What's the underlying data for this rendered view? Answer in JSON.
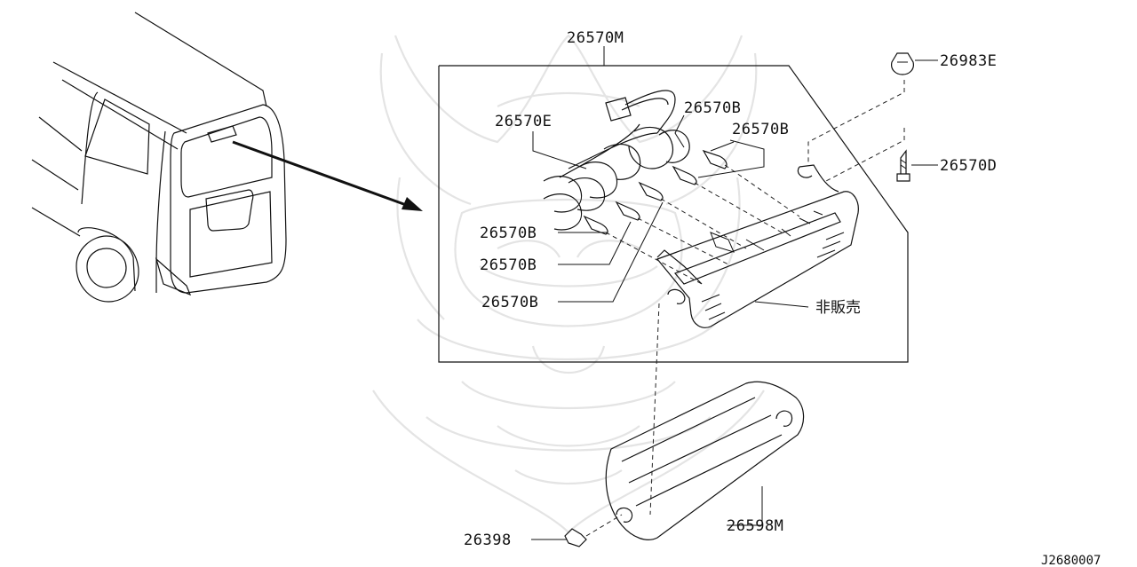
{
  "callouts": {
    "assembly": "26570M",
    "clip_top": "26983E",
    "socket_e": "26570E",
    "bulb_b1": "26570B",
    "bulb_b2": "26570B",
    "bulb_b3": "26570B",
    "bulb_b4": "26570B",
    "bulb_b5": "26570B",
    "screw_d": "26570D",
    "not_sold": "非販売",
    "grommet": "26398",
    "lens_cover": "26598M"
  },
  "diagram_code": "J2680007"
}
